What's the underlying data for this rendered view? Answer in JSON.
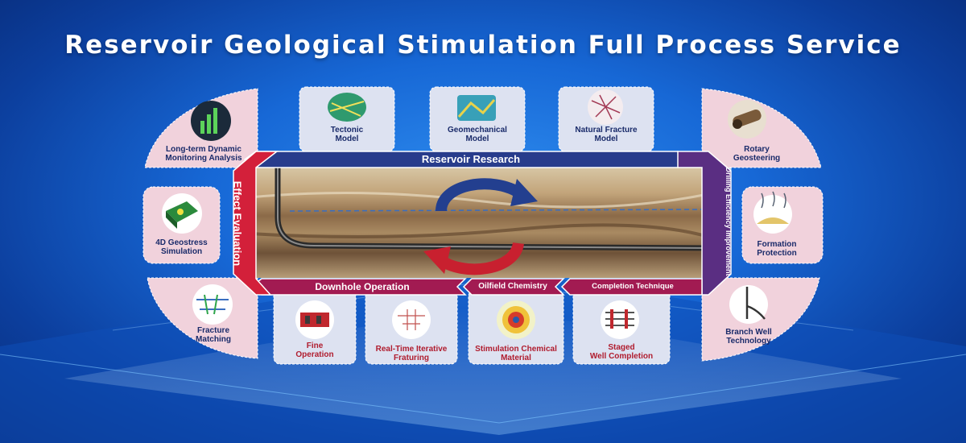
{
  "title": "Reservoir Geological Stimulation Full Process Service",
  "top_band": "Reservoir Research",
  "left_band": "Effect Evaluation",
  "right_band": "Drilling Efficiency Improvement",
  "bottom_bands": [
    "Downhole Operation",
    "Oilfield Chemistry",
    "Completion Technique"
  ],
  "top_cards": [
    {
      "label_1": "Tectonic",
      "label_2": "Model",
      "icon": "tectonic-model-icon"
    },
    {
      "label_1": "Geomechanical",
      "label_2": "Model",
      "icon": "geomechanical-model-icon"
    },
    {
      "label_1": "Natural Fracture",
      "label_2": "Model",
      "icon": "natural-fracture-model-icon"
    }
  ],
  "left_cards": [
    {
      "label_1": "Long-term Dynamic",
      "label_2": "Monitoring Analysis",
      "icon": "bar-chart-icon"
    },
    {
      "label_1": "4D Geostress",
      "label_2": "Simulation",
      "icon": "geostress-cube-icon"
    },
    {
      "label_1": "Fracture",
      "label_2": "Matching",
      "icon": "fracture-matching-icon"
    }
  ],
  "right_cards": [
    {
      "label_1": "Rotary",
      "label_2": "Geosteering",
      "icon": "rotary-tool-icon"
    },
    {
      "label_1": "Formation",
      "label_2": "Protection",
      "icon": "formation-protection-icon"
    },
    {
      "label_1": "Branch Well",
      "label_2": "Technology",
      "icon": "branch-well-icon"
    }
  ],
  "bottom_cards": [
    {
      "label_1": "Fine",
      "label_2": "Operation",
      "icon": "fine-operation-icon"
    },
    {
      "label_1": "Real-Time Iterative",
      "label_2": "Fraturing",
      "icon": "iterative-fracturing-icon"
    },
    {
      "label_1": "Stimulation Chemical",
      "label_2": "Material",
      "icon": "chemical-material-icon"
    },
    {
      "label_1": "Staged",
      "label_2": "Well Completion",
      "icon": "staged-completion-icon"
    }
  ],
  "colors": {
    "top_band": "#283c8c",
    "left_band": "#d3203a",
    "right_band": "#5a2e82",
    "bottom_band": "#a21b52",
    "card_top": "#dde2f1",
    "card_side": "#f1d2dc",
    "cycle_blue": "#233f8f",
    "cycle_red": "#c8202f"
  }
}
